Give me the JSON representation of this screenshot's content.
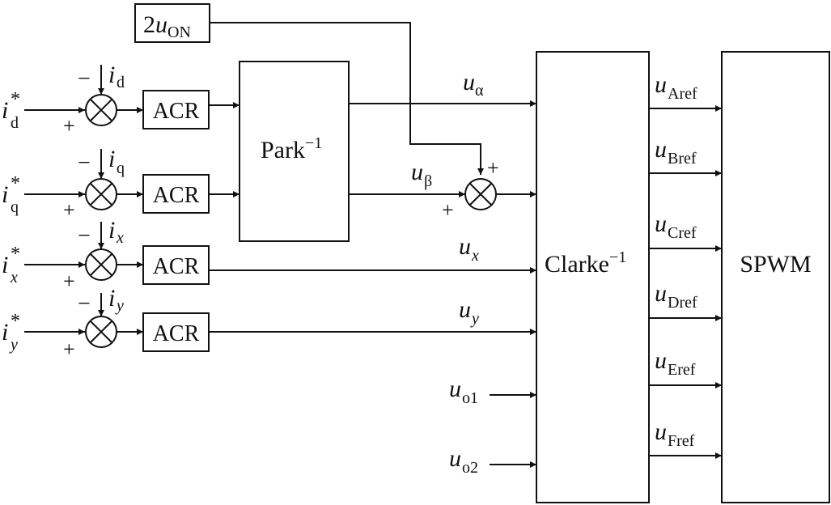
{
  "blocks": {
    "acr": "ACR",
    "park": "Park",
    "park_exp": "−1",
    "clarke": "Clarke",
    "clarke_exp": "−1",
    "spwm": "SPWM"
  },
  "on_block": {
    "coef": "2",
    "var": "u",
    "sub": "ON"
  },
  "references": [
    {
      "var": "i",
      "sub": "d",
      "sup": "*"
    },
    {
      "var": "i",
      "sub": "q",
      "sup": "*"
    },
    {
      "var": "i",
      "sub": "x",
      "sup": "*"
    },
    {
      "var": "i",
      "sub": "y",
      "sup": "*"
    }
  ],
  "feedbacks": [
    {
      "var": "i",
      "sub": "d"
    },
    {
      "var": "i",
      "sub": "q"
    },
    {
      "var": "i",
      "sub": "x"
    },
    {
      "var": "i",
      "sub": "y"
    }
  ],
  "signs": {
    "minus": "−",
    "plus": "+"
  },
  "voltages": {
    "alpha": {
      "var": "u",
      "sub": "α"
    },
    "beta": {
      "var": "u",
      "sub": "β"
    },
    "x": {
      "var": "u",
      "sub": "x"
    },
    "y": {
      "var": "u",
      "sub": "y"
    },
    "o1": {
      "var": "u",
      "sub": "o1"
    },
    "o2": {
      "var": "u",
      "sub": "o2"
    }
  },
  "outputs": [
    {
      "var": "u",
      "sub": "Aref"
    },
    {
      "var": "u",
      "sub": "Bref"
    },
    {
      "var": "u",
      "sub": "Cref"
    },
    {
      "var": "u",
      "sub": "Dref"
    },
    {
      "var": "u",
      "sub": "Eref"
    },
    {
      "var": "u",
      "sub": "Fref"
    }
  ]
}
